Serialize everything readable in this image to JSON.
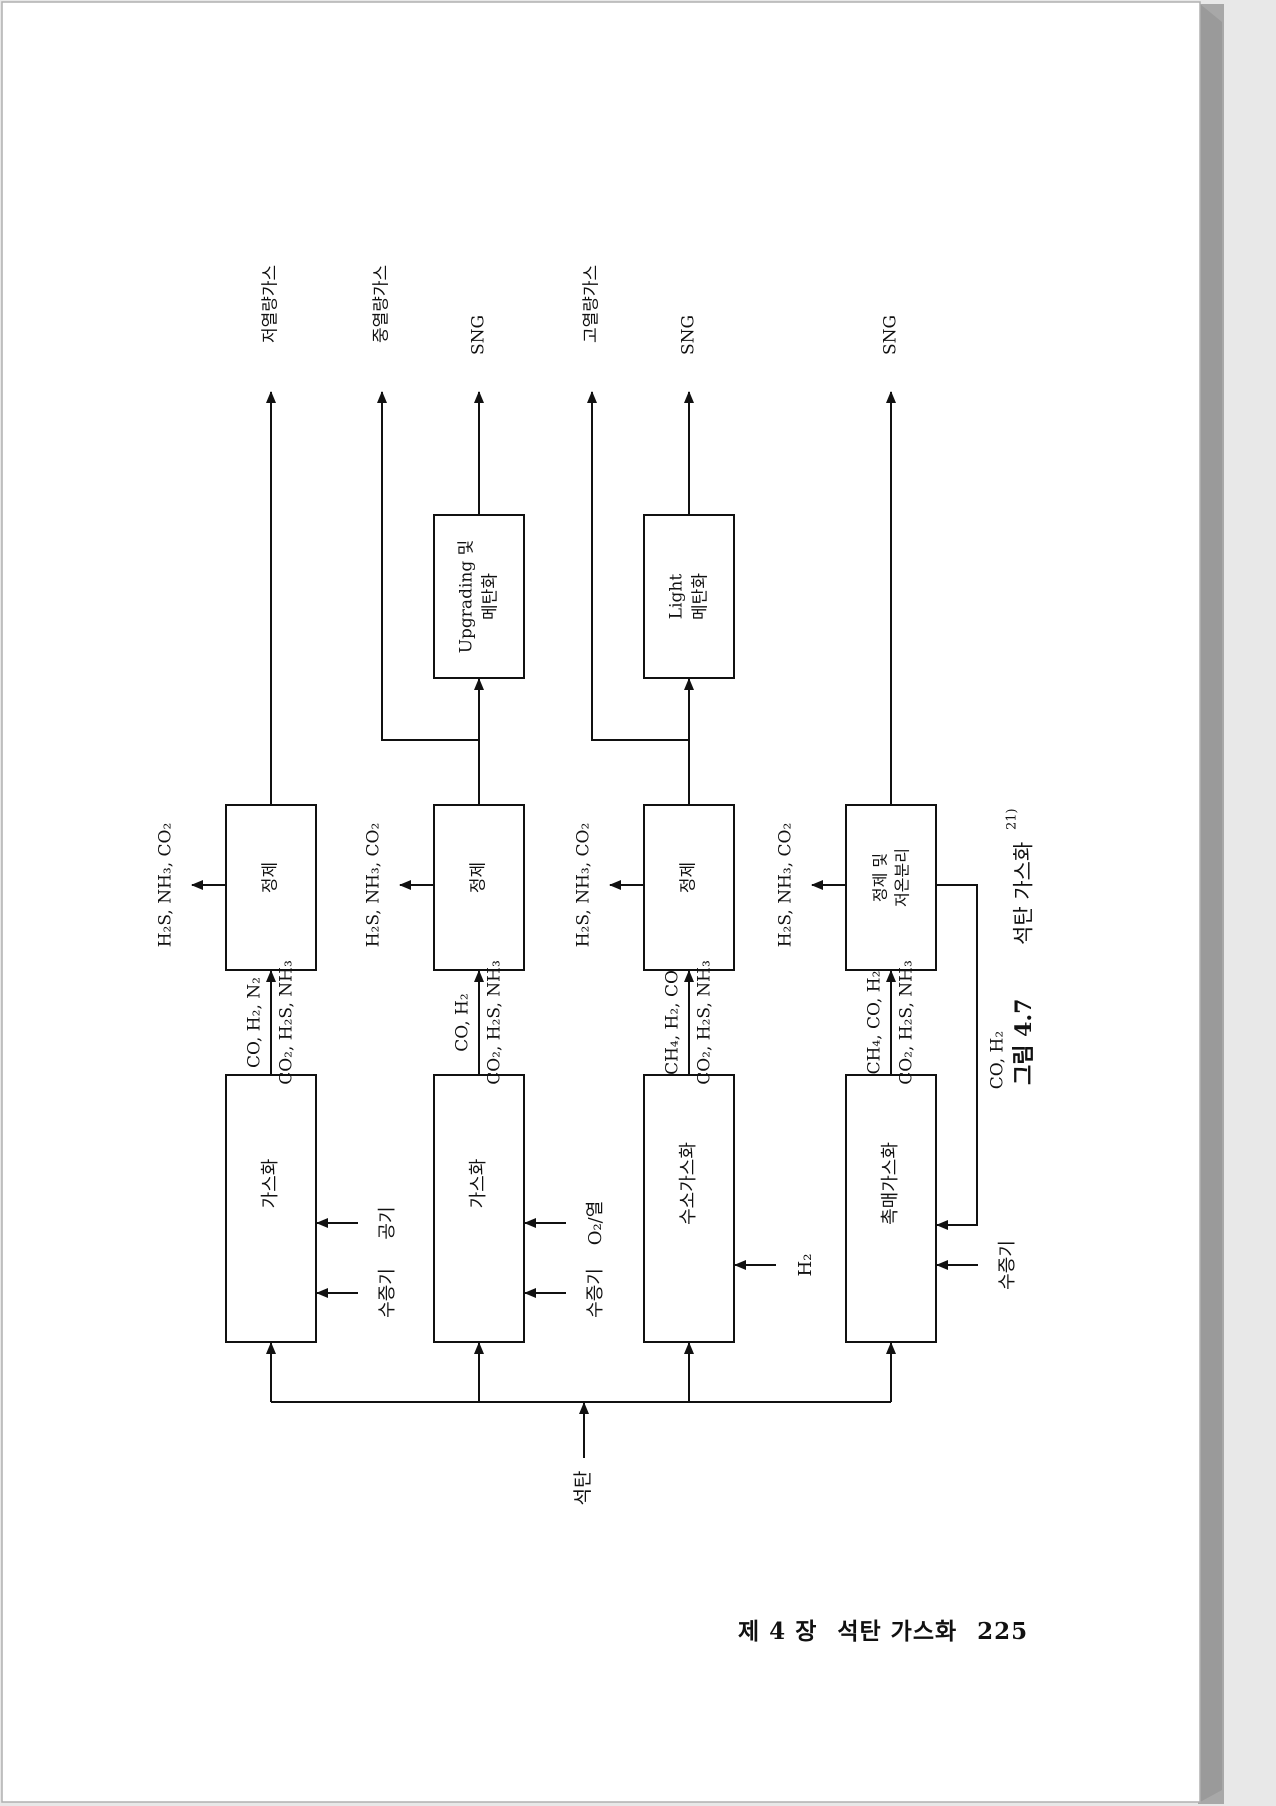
{
  "figure": {
    "caption_number": "그림 4.7",
    "caption_title": "석탄 가스화",
    "caption_ref": "21)",
    "feed": "석탄",
    "rows": [
      {
        "gasifier": "가스화",
        "gasifier_inputs": [
          "수증기",
          "공기"
        ],
        "gas_top": "CO, H₂, N₂",
        "gas_bottom": "CO₂, H₂S, NH₃",
        "cleanup": [
          "정제"
        ],
        "removed": "H₂S, NH₃, CO₂",
        "outputs": [
          "저열량가스"
        ]
      },
      {
        "gasifier": "가스화",
        "gasifier_inputs": [
          "수증기",
          "O₂/열"
        ],
        "gas_top": "CO, H₂",
        "gas_bottom": "CO₂, H₂S, NH₃",
        "cleanup": [
          "정제"
        ],
        "removed": "H₂S, NH₃, CO₂",
        "upgrade": [
          "Upgrading 및",
          "메탄화"
        ],
        "outputs": [
          "중열량가스",
          "SNG"
        ]
      },
      {
        "gasifier": "수소가스화",
        "gasifier_inputs": [
          "H₂"
        ],
        "gas_top": "CH₄, H₂, CO",
        "gas_bottom": "CO₂, H₂S, NH₃",
        "cleanup": [
          "정제"
        ],
        "removed": "H₂S, NH₃, CO₂",
        "upgrade": [
          "Light",
          "메탄화"
        ],
        "outputs": [
          "고열량가스",
          "SNG"
        ]
      },
      {
        "gasifier": "촉매가스화",
        "gasifier_inputs": [
          "수증기"
        ],
        "gas_top": "CH₄, CO, H₂",
        "gas_bottom": "CO₂, H₂S, NH₃",
        "cleanup": [
          "정제 및",
          "저온분리"
        ],
        "removed": "H₂S, NH₃, CO₂",
        "recycle": "CO, H₂",
        "outputs": [
          "SNG"
        ]
      }
    ]
  },
  "footer": {
    "chapter": "제 4 장",
    "title": "석탄 가스화",
    "page": "225"
  }
}
